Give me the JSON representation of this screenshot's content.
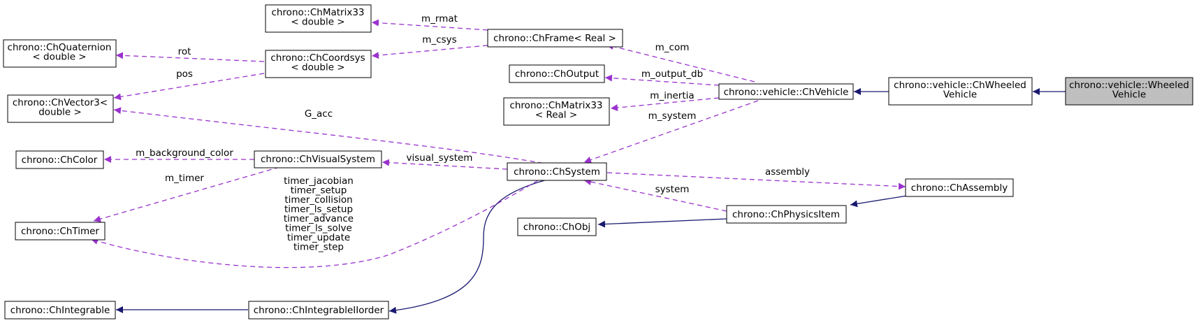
{
  "nodes": {
    "wheeled_vehicle": [
      "chrono::vehicle::Wheeled",
      "Vehicle"
    ],
    "chwheeled_vehicle": [
      "chrono::vehicle::ChWheeled",
      "Vehicle"
    ],
    "chvehicle": [
      "chrono::vehicle::ChVehicle"
    ],
    "chframe": [
      "chrono::ChFrame< Real >"
    ],
    "chmatrix33_double": [
      "chrono::ChMatrix33",
      "< double >"
    ],
    "chcoordsys": [
      "chrono::ChCoordsys",
      "< double >"
    ],
    "chquaternion": [
      "chrono::ChQuaternion",
      "< double >"
    ],
    "chvector3": [
      "chrono::ChVector3<",
      "double >"
    ],
    "choutput": [
      "chrono::ChOutput"
    ],
    "chmatrix33_real": [
      "chrono::ChMatrix33",
      "< Real >"
    ],
    "chsystem": [
      "chrono::ChSystem"
    ],
    "chcolor": [
      "chrono::ChColor"
    ],
    "chvisualsystem": [
      "chrono::ChVisualSystem"
    ],
    "chtimer": [
      "chrono::ChTimer"
    ],
    "chassembly": [
      "chrono::ChAssembly"
    ],
    "chphysicsitem": [
      "chrono::ChPhysicsItem"
    ],
    "chobj": [
      "chrono::ChObj"
    ],
    "chintegrable": [
      "chrono::ChIntegrable"
    ],
    "chintegrable_iiorder": [
      "chrono::ChIntegrableIIorder"
    ]
  },
  "edge_labels": {
    "m_rmat": [
      "m_rmat"
    ],
    "m_csys": [
      "m_csys"
    ],
    "rot": [
      "rot"
    ],
    "pos": [
      "pos"
    ],
    "m_com": [
      "m_com"
    ],
    "m_output_db": [
      "m_output_db"
    ],
    "m_inertia": [
      "m_inertia"
    ],
    "m_system": [
      "m_system"
    ],
    "g_acc": [
      "G_acc"
    ],
    "m_background_color": [
      "m_background_color"
    ],
    "visual_system": [
      "visual_system"
    ],
    "m_timer": [
      "m_timer"
    ],
    "timers": [
      "timer_jacobian",
      "timer_setup",
      "timer_collision",
      "timer_ls_setup",
      "timer_advance",
      "timer_ls_solve",
      "timer_update",
      "timer_step"
    ],
    "assembly": [
      "assembly"
    ],
    "system": [
      "system"
    ]
  },
  "colors": {
    "inheritance_edge": "#191970",
    "member_edge": "#9a32cd",
    "current_node_fill": "#bfbfbf"
  }
}
